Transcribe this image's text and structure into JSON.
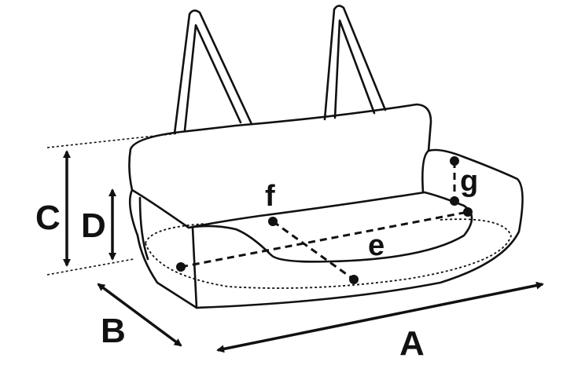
{
  "labels": {
    "A": "A",
    "B": "B",
    "C": "C",
    "D": "D",
    "e": "e",
    "f": "f",
    "g": "g"
  },
  "colors": {
    "line": "#111111",
    "background": "#ffffff"
  }
}
